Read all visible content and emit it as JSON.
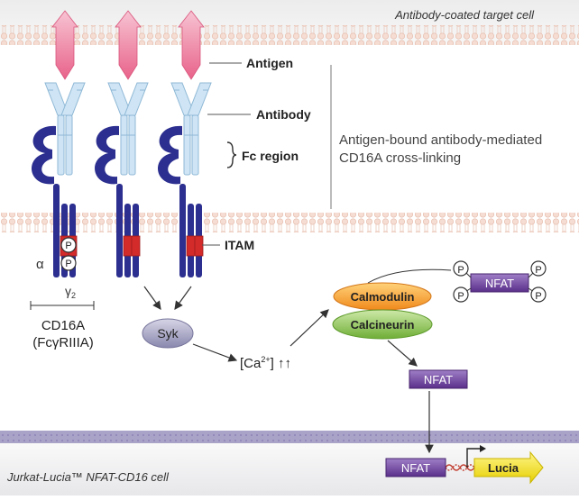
{
  "target_cell_label": "Antibody-coated target cell",
  "effector_cell_label": "Jurkat-Lucia™ NFAT-CD16 cell",
  "callouts": {
    "antigen": "Antigen",
    "antibody": "Antibody",
    "fc_region": "Fc region",
    "itam": "ITAM",
    "crosslink_line1": "Antigen-bound antibody-mediated",
    "crosslink_line2": "CD16A cross-linking"
  },
  "receptor": {
    "alpha": "α",
    "gamma": "γ",
    "gamma_sub": "2",
    "phospho": "P",
    "cd16a_line1": "CD16A",
    "cd16a_line2": "(FcγRIIIA)"
  },
  "signaling": {
    "syk": "Syk",
    "calcium": "[Ca",
    "calcium_sup": "2+",
    "calcium_tail": "] ↑↑",
    "calmodulin": "Calmodulin",
    "calcineurin": "Calcineurin",
    "nfat": "NFAT",
    "lucia": "Lucia"
  },
  "colors": {
    "membrane": "#f6ddd3",
    "receptor": "#2c2f8f",
    "itam": "#d32a2a",
    "antibody": "#cfe5f5",
    "antigen": "#f08aa8",
    "syk": "#a9a8c8",
    "calmodulin": "#f7a23b",
    "calcineurin": "#8cc152",
    "nfat": "#6a3d9a",
    "lucia": "#f5e000",
    "nucleus": "#9b93bd"
  }
}
